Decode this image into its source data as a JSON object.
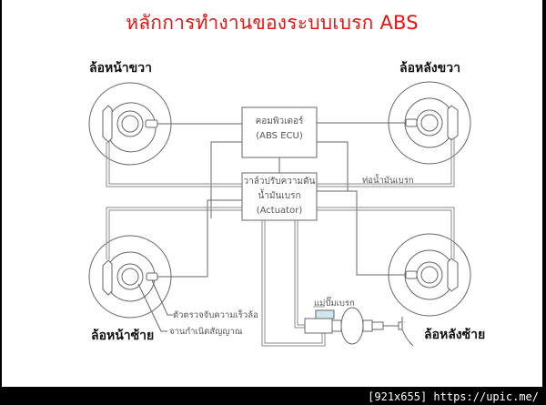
{
  "title": "หลักการทำงานของระบบเบรก ABS",
  "wheels": {
    "front_right": "ล้อหน้าขวา",
    "rear_right": "ล้อหลังขวา",
    "front_left": "ล้อหน้าซ้าย",
    "rear_left": "ล้อหลังซ้าย"
  },
  "ecu": {
    "line1": "คอมพิวเตอร์",
    "line2": "(ABS ECU)"
  },
  "actuator": {
    "line1": "วาล์วปรับความดัน",
    "line2": "น้ำมันเบรก",
    "line3": "(Actuator)"
  },
  "labels": {
    "brake_pipe": "ท่อน้ำมันเบรก",
    "wheel_speed_sensor": "ตัวตรวจจับความเร็วล้อ",
    "signal_rotor": "จานกำเนิดสัญญาณ",
    "master_cylinder": "แม่ปั๊มเบรก"
  },
  "footer": "[921x655] https://upic.me/",
  "colors": {
    "title": "#ee1111",
    "line": "#555555",
    "background": "#ffffff",
    "frame": "#000000"
  }
}
